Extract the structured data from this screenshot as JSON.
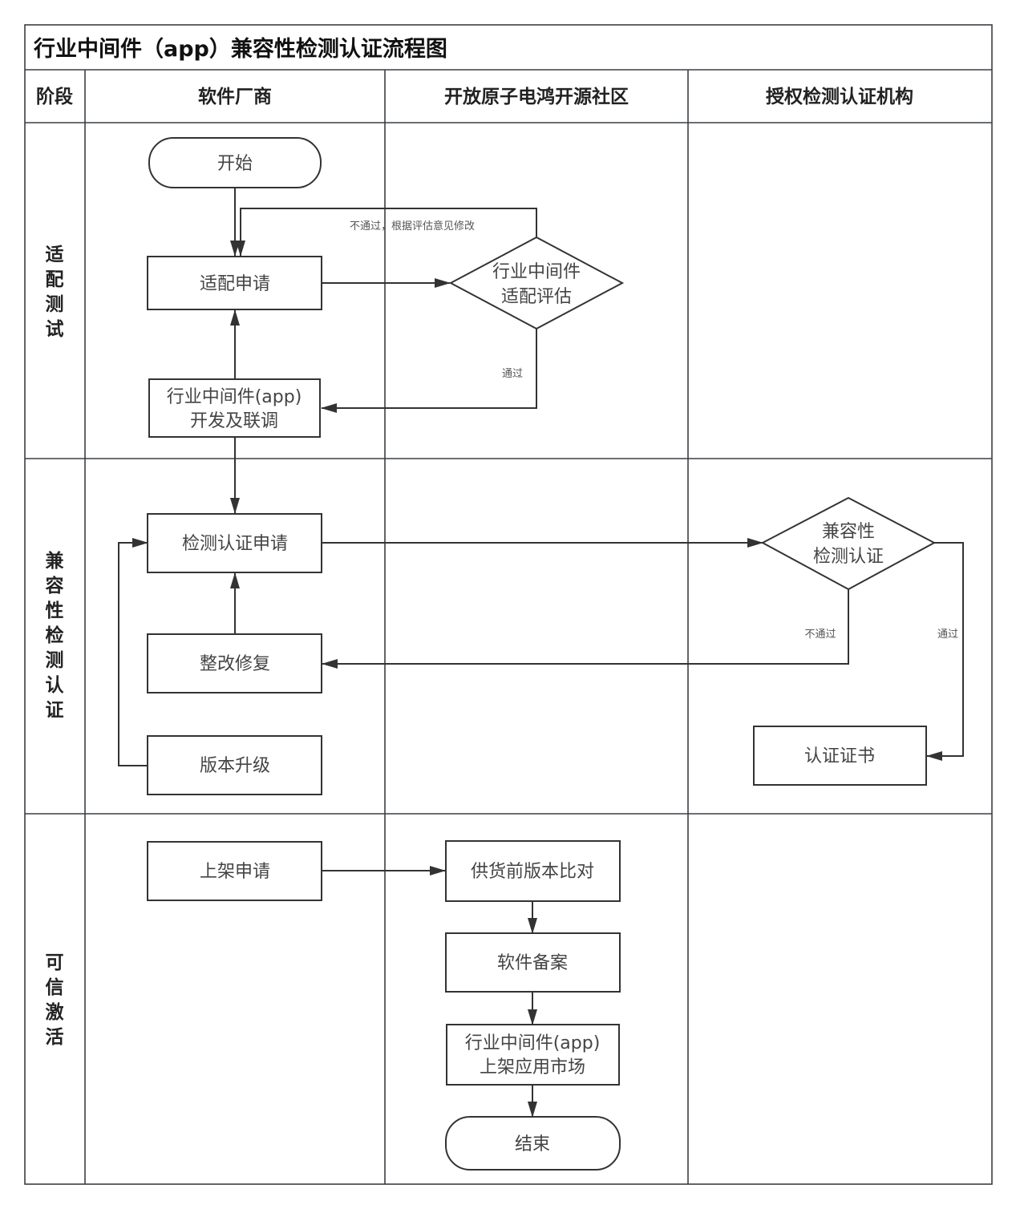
{
  "title": "行业中间件（app）兼容性检测认证流程图",
  "header": {
    "phase_col": "阶段",
    "lanes": [
      "软件厂商",
      "开放原子电鸿开源社区",
      "授权检测认证机构"
    ]
  },
  "phases": [
    {
      "label": "适配测试",
      "chars": [
        "适",
        "配",
        "测",
        "试"
      ]
    },
    {
      "label": "兼容性检测认证",
      "chars": [
        "兼",
        "容",
        "性",
        "检",
        "测",
        "认",
        "证"
      ]
    },
    {
      "label": "可信激活",
      "chars": [
        "可",
        "信",
        "激",
        "活"
      ]
    }
  ],
  "nodes": {
    "start": {
      "type": "terminal",
      "lines": [
        "开始"
      ]
    },
    "adapt_apply": {
      "type": "process",
      "lines": [
        "适配申请"
      ]
    },
    "adapt_eval": {
      "type": "decision",
      "lines": [
        "行业中间件",
        "适配评估"
      ]
    },
    "dev_debug": {
      "type": "process",
      "lines": [
        "行业中间件(app)",
        "开发及联调"
      ]
    },
    "cert_apply": {
      "type": "process",
      "lines": [
        "检测认证申请"
      ]
    },
    "rectify": {
      "type": "process",
      "lines": [
        "整改修复"
      ]
    },
    "upgrade": {
      "type": "process",
      "lines": [
        "版本升级"
      ]
    },
    "compat_cert": {
      "type": "decision",
      "lines": [
        "兼容性",
        "检测认证"
      ]
    },
    "certificate": {
      "type": "process",
      "lines": [
        "认证证书"
      ]
    },
    "listing_apply": {
      "type": "process",
      "lines": [
        "上架申请"
      ]
    },
    "version_compare": {
      "type": "process",
      "lines": [
        "供货前版本比对"
      ]
    },
    "software_record": {
      "type": "process",
      "lines": [
        "软件备案"
      ]
    },
    "market_listing": {
      "type": "process",
      "lines": [
        "行业中间件(app)",
        "上架应用市场"
      ]
    },
    "end": {
      "type": "terminal",
      "lines": [
        "结束"
      ]
    }
  },
  "edges": {
    "fail_modify": "不通过，根据评估意见修改",
    "pass_adapt": "通过",
    "fail_cert": "不通过",
    "pass_cert": "通过"
  }
}
